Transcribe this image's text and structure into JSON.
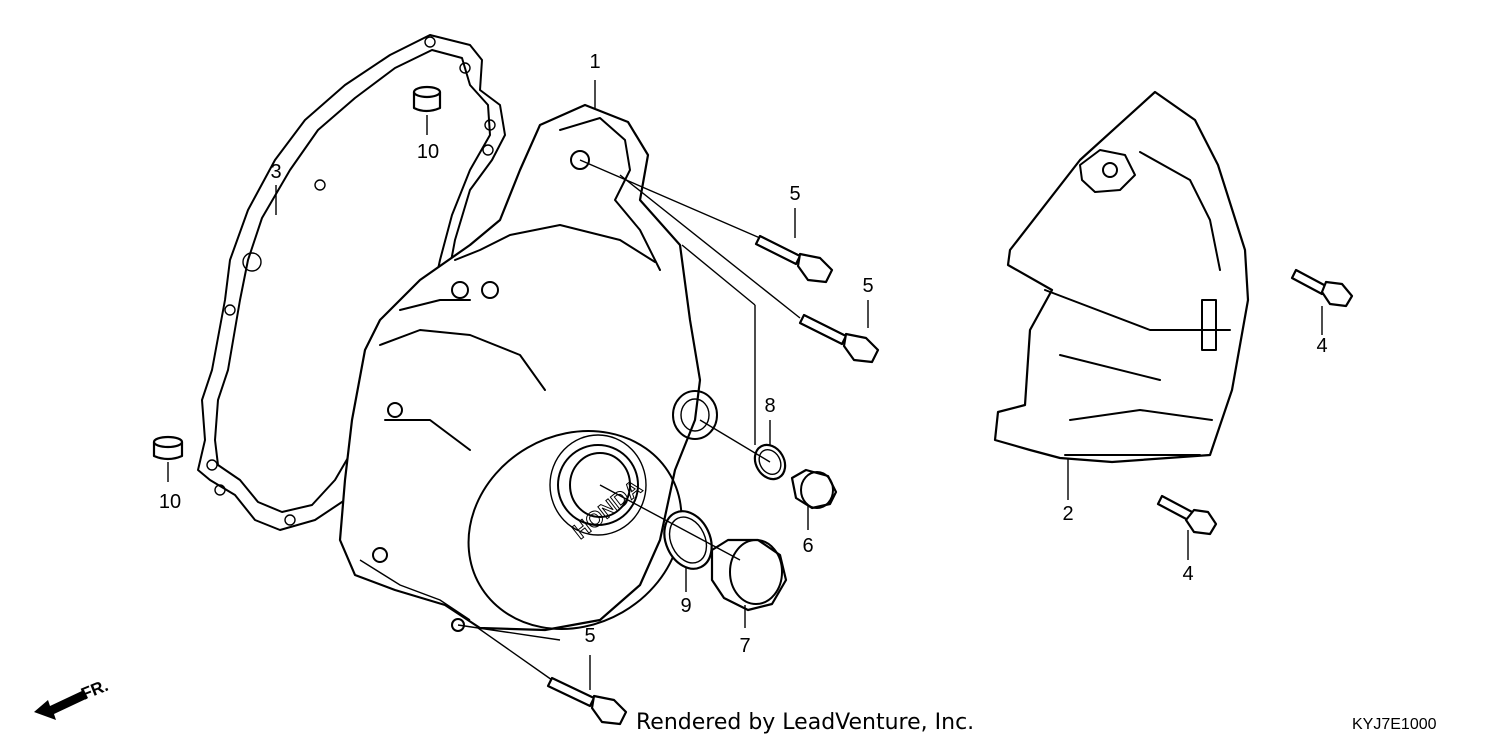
{
  "diagram": {
    "callouts": {
      "c1": "1",
      "c2": "2",
      "c3": "3",
      "c4a": "4",
      "c4b": "4",
      "c5a": "5",
      "c5b": "5",
      "c5c": "5",
      "c6": "6",
      "c7": "7",
      "c8": "8",
      "c9": "9",
      "c10a": "10",
      "c10b": "10"
    },
    "direction_marker": "FR.",
    "cover_logo": "HONDA",
    "credit": "Rendered by LeadVenture, Inc.",
    "diagram_code": "KYJ7E1000"
  }
}
